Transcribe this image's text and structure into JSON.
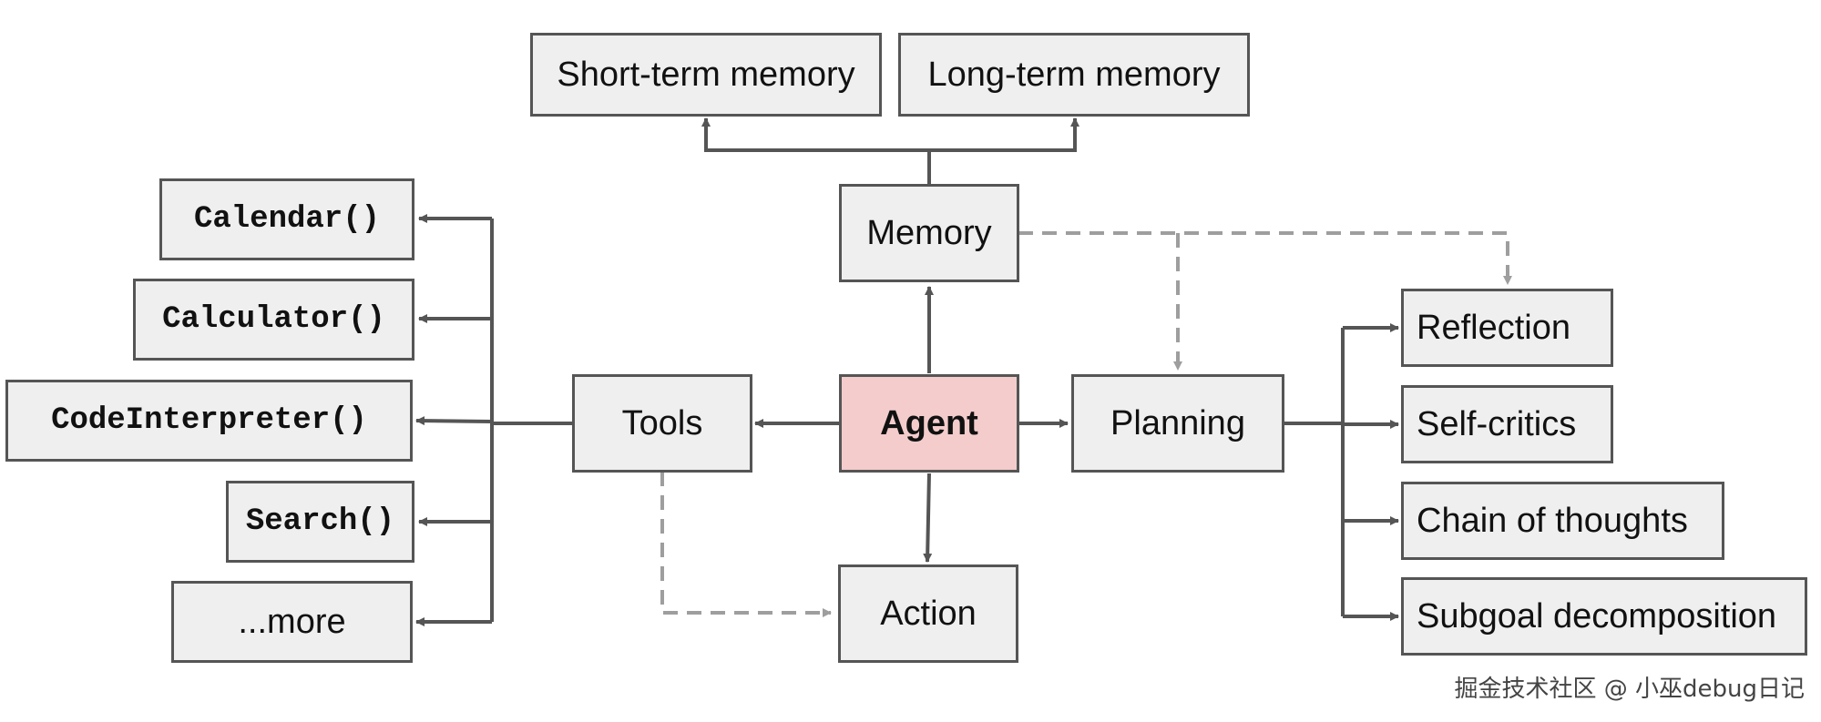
{
  "diagram": {
    "colors": {
      "node_fill": "#efefef",
      "node_border": "#555555",
      "agent_fill": "#f4cccc",
      "solid_edge": "#555555",
      "dashed_edge": "#9e9e9e"
    },
    "nodes": {
      "short_term_memory": "Short-term memory",
      "long_term_memory": "Long-term memory",
      "memory": "Memory",
      "agent": "Agent",
      "tools": "Tools",
      "planning": "Planning",
      "action": "Action",
      "calendar": "Calendar()",
      "calculator": "Calculator()",
      "code_interpreter": "CodeInterpreter()",
      "search": "Search()",
      "more": "...more",
      "reflection": "Reflection",
      "self_critics": "Self-critics",
      "chain_of_thoughts": "Chain of thoughts",
      "subgoal_decomposition": "Subgoal decomposition"
    },
    "edges": [
      {
        "from": "agent",
        "to": "memory",
        "style": "solid"
      },
      {
        "from": "agent",
        "to": "tools",
        "style": "solid"
      },
      {
        "from": "agent",
        "to": "planning",
        "style": "solid"
      },
      {
        "from": "agent",
        "to": "action",
        "style": "solid"
      },
      {
        "from": "memory",
        "to": "short_term_memory",
        "style": "solid"
      },
      {
        "from": "memory",
        "to": "long_term_memory",
        "style": "solid"
      },
      {
        "from": "tools",
        "to": "calendar",
        "style": "solid"
      },
      {
        "from": "tools",
        "to": "calculator",
        "style": "solid"
      },
      {
        "from": "tools",
        "to": "code_interpreter",
        "style": "solid"
      },
      {
        "from": "tools",
        "to": "search",
        "style": "solid"
      },
      {
        "from": "tools",
        "to": "more",
        "style": "solid"
      },
      {
        "from": "planning",
        "to": "reflection",
        "style": "solid"
      },
      {
        "from": "planning",
        "to": "self_critics",
        "style": "solid"
      },
      {
        "from": "planning",
        "to": "chain_of_thoughts",
        "style": "solid"
      },
      {
        "from": "planning",
        "to": "subgoal_decomposition",
        "style": "solid"
      },
      {
        "from": "memory",
        "to": "planning",
        "style": "dashed"
      },
      {
        "from": "memory",
        "to": "reflection",
        "style": "dashed"
      },
      {
        "from": "tools",
        "to": "action",
        "style": "dashed"
      }
    ]
  },
  "watermark": "掘金技术社区 @ 小巫debug日记"
}
